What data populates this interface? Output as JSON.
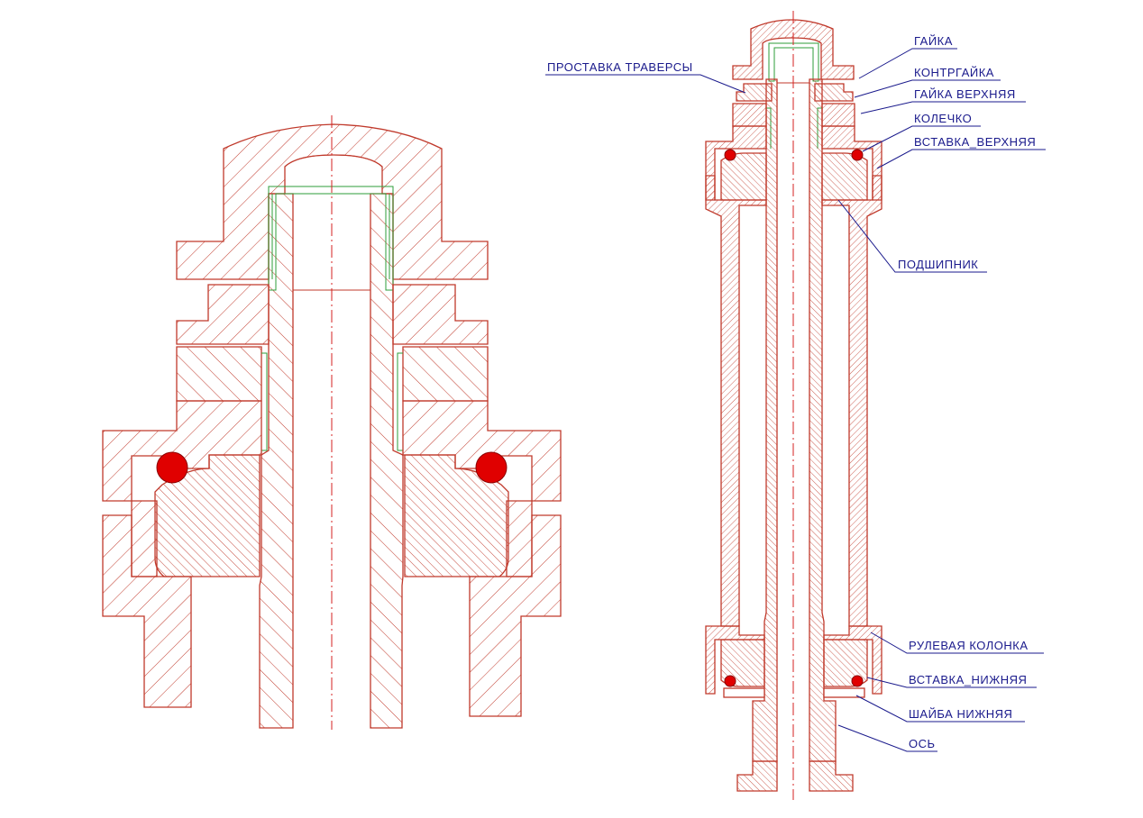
{
  "colors": {
    "outline": "#c0392b",
    "hatch": "#c0392b",
    "thread": "#2e9e3a",
    "axis": "#d62020",
    "ball": "#e00000",
    "label": "#1a1a8c",
    "background": "#ffffff"
  },
  "labels": {
    "gaika": "ГАЙКА",
    "kontrgaika": "КОНТРГАЙКА",
    "gaika_verkhnyaya": "ГАЙКА  ВЕРХНЯЯ",
    "kolechko": "КОЛЕЧКО",
    "vstavka_verkhnyaya": "ВСТАВКА_ВЕРХНЯЯ",
    "prostavka_traversy": "ПРОСТАВКА  ТРАВЕРСЫ",
    "podshipnik": "ПОДШИПНИК",
    "rulevaya_kolonka": "РУЛЕВАЯ  КОЛОНКА",
    "vstavka_nizhnyaya": "ВСТАВКА_НИЖНЯЯ",
    "shaiba_nizhnyaya": "ШАЙБА  НИЖНЯЯ",
    "os": "ОСЬ"
  }
}
